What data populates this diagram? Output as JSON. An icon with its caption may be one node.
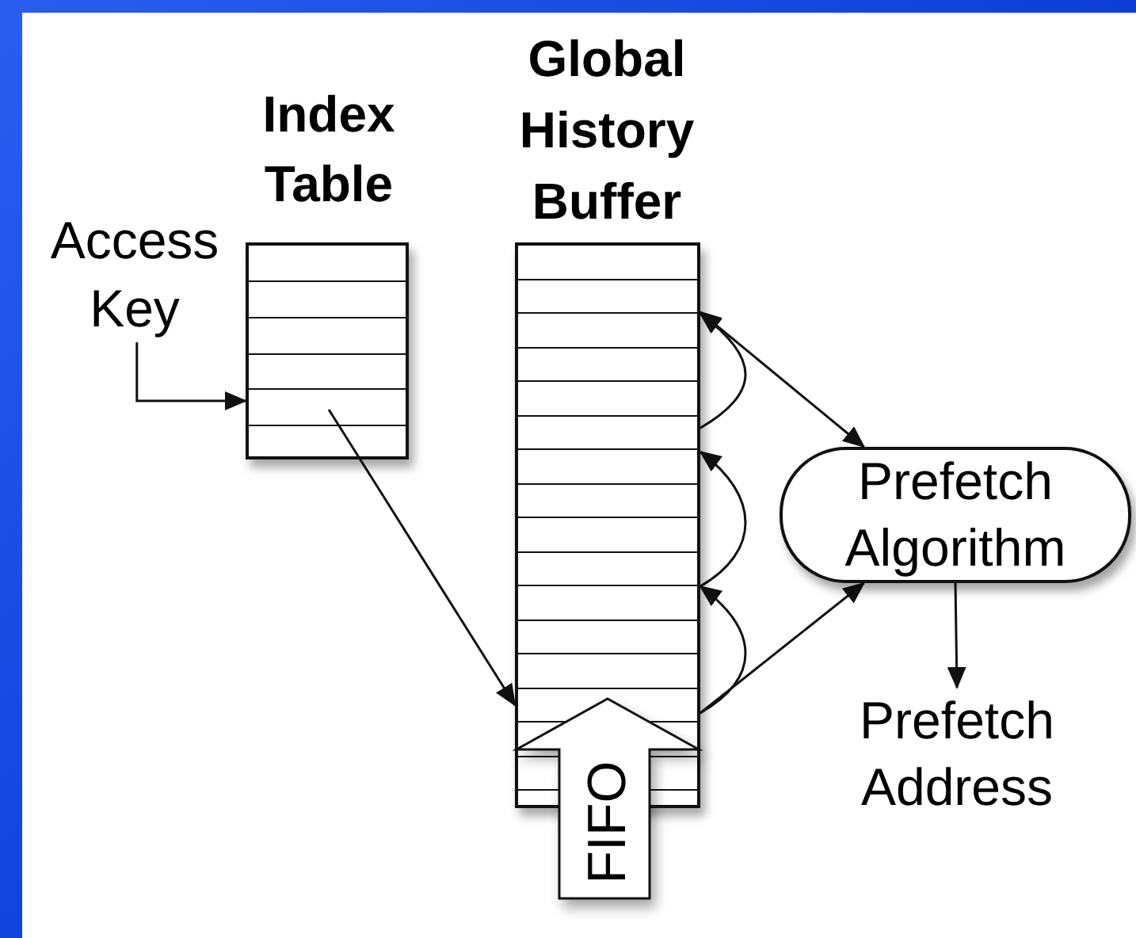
{
  "diagram": {
    "nodes": [
      {
        "text": [
          "Index Table"
        ]
      },
      {
        "text": [
          "Global History Buffer"
        ]
      },
      {
        "text": [
          "Access Key"
        ]
      },
      {
        "text": [
          "Prefetch Algorithm"
        ]
      },
      {
        "text": [
          "Prefetch Address"
        ]
      },
      {
        "text": [
          "FIFO"
        ]
      }
    ],
    "edges": [
      {
        "from": 2,
        "to": 0,
        "arrow": "to"
      },
      {
        "from": 0,
        "to": 1,
        "arrow": "to"
      },
      {
        "from": 1,
        "to": 3,
        "arrow": "both"
      },
      {
        "from": 1,
        "to": 3,
        "arrow": "to"
      },
      {
        "from": 1,
        "to": 1,
        "arrow": "to"
      },
      {
        "from": 1,
        "to": 1,
        "arrow": "to"
      },
      {
        "from": 1,
        "to": 1,
        "arrow": "to"
      },
      {
        "from": 3,
        "to": 4,
        "arrow": "to"
      }
    ]
  }
}
